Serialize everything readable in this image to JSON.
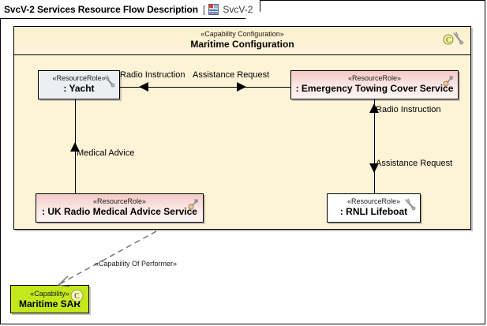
{
  "diagram": {
    "title": "SvcV-2 Services Resource Flow Description",
    "bracket_open": "[",
    "bracket_close": "]",
    "diagram_name": "SvcV-2",
    "title_icon": "diagram-document-icon"
  },
  "container": {
    "stereotype": "«Capability Configuration»",
    "name": "Maritime Configuration",
    "icons": [
      "capability-circle-c-icon",
      "wrench-icon"
    ],
    "fill_color": "#fdf3d7",
    "border_color": "#000000"
  },
  "nodes": [
    {
      "id": "yacht",
      "stereotype": "«ResourceRole»",
      "name": ": Yacht",
      "icon": "wrench-icon",
      "fill_color": "#eceef3"
    },
    {
      "id": "emergency-towing",
      "stereotype": "«ResourceRole»",
      "name": ": Emergency Towing Cover Service",
      "icon": "service-tool-icon",
      "fill_color": "#f4c9c6"
    },
    {
      "id": "uk-radio-medical",
      "stereotype": "«ResourceRole»",
      "name": ": UK Radio Medical Advice Service",
      "icon": "service-tool-icon",
      "fill_color": "#f4c9c6"
    },
    {
      "id": "rnli-lifeboat",
      "stereotype": "«ResourceRole»",
      "name": ": RNLI Lifeboat",
      "icon": "wrench-icon",
      "fill_color": "#ffffff"
    },
    {
      "id": "maritime-sar",
      "stereotype": "«Capability»",
      "name": "Maritime SAR",
      "icon": "capability-circle-c-icon",
      "fill_color": "#c4e81c"
    }
  ],
  "connectors": [
    {
      "id": "radio-instruction-yacht",
      "label": "Radio Instruction",
      "from": "emergency-towing",
      "to": "yacht",
      "direction": "left"
    },
    {
      "id": "assistance-request-towing",
      "label": "Assistance Request",
      "from": "yacht",
      "to": "emergency-towing",
      "direction": "right"
    },
    {
      "id": "medical-advice",
      "label": "Medical Advice",
      "from": "uk-radio-medical",
      "to": "yacht",
      "direction": "up"
    },
    {
      "id": "radio-instruction-lifeboat",
      "label": "Radio Instruction",
      "from": "rnli-lifeboat",
      "to": "emergency-towing",
      "direction": "up"
    },
    {
      "id": "assistance-request-lifeboat",
      "label": "Assistance Request",
      "from": "emergency-towing",
      "to": "rnli-lifeboat",
      "direction": "down"
    },
    {
      "id": "capability-of-performer",
      "label": "«Capability Of Performer»",
      "from": "container",
      "to": "maritime-sar",
      "style": "dashed"
    }
  ]
}
